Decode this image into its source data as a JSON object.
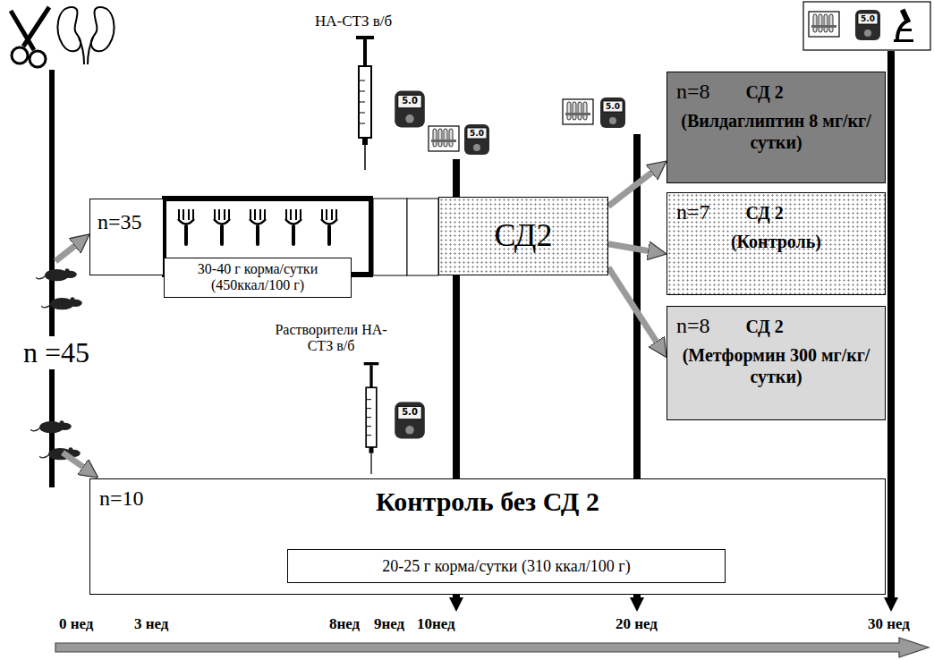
{
  "diagram": {
    "nodes": [
      {
        "text": [
          "n=35"
        ]
      },
      {
        "text": [
          "30-40 г корма/сутки (450ккал/100 г)"
        ]
      },
      {
        "text": [
          "СД2"
        ]
      },
      {
        "text": [
          "n=8",
          "СД 2",
          "(Вилдаглиптин 8 мг/кг/сутки)"
        ]
      },
      {
        "text": [
          "n=7",
          "СД 2",
          "(Контроль)"
        ]
      },
      {
        "text": [
          "n=8",
          "СД 2",
          "(Метформин 300 мг/кг/сутки)"
        ]
      },
      {
        "text": [
          "n=10",
          "Контроль без СД 2"
        ]
      },
      {
        "text": [
          "20-25 г корма/сутки (310 ккал/100 г)"
        ],
        "in": 6
      }
    ],
    "edges": [
      {
        "from": 2,
        "to": 3,
        "arrow": "to"
      },
      {
        "from": 2,
        "to": 4,
        "arrow": "to"
      },
      {
        "from": 2,
        "to": 5,
        "arrow": "to"
      }
    ],
    "labels": [
      "5.0",
      "НА-СТЗ в/б",
      "5.0",
      "5.0",
      "5.0",
      "n =45",
      "Растворители НА-СТЗ в/б",
      "5.0",
      "0 нед",
      "3 нед",
      "8нед",
      "9нед",
      "10нед",
      "20 нед",
      "30 нед"
    ]
  }
}
